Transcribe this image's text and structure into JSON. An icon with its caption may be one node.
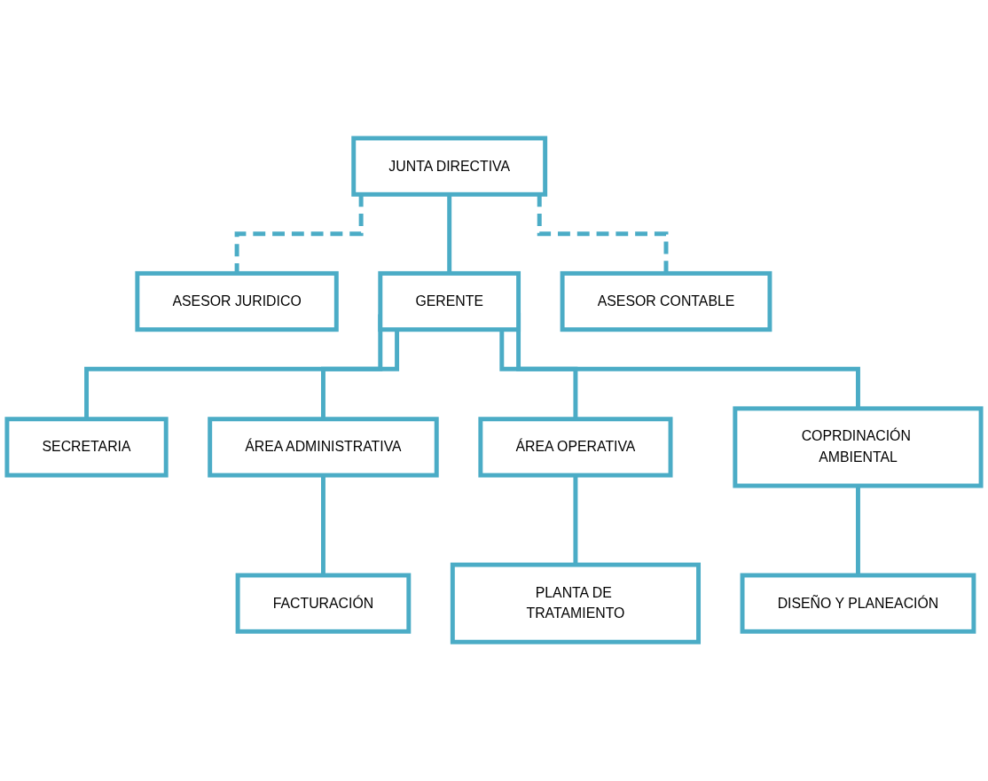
{
  "diagram": {
    "nodes": [
      {
        "text": [
          "JUNTA DIRECTIVA"
        ]
      },
      {
        "text": [
          "ASESOR JURIDICO"
        ]
      },
      {
        "text": [
          "ASESOR CONTABLE"
        ]
      },
      {
        "text": [
          "GERENTE"
        ]
      },
      {
        "text": [
          "SECRETARIA"
        ]
      },
      {
        "text": [
          "ÁREA ADMINISTRATIVA"
        ]
      },
      {
        "text": [
          "ÁREA OPERATIVA"
        ]
      },
      {
        "text": [
          "COPRDINACIÓN AMBIENTAL"
        ]
      },
      {
        "text": [
          "FACTURACIÓN"
        ]
      },
      {
        "text": [
          "PLANTA DE TRATAMIENTO"
        ]
      },
      {
        "text": [
          "DISEÑO Y PLANEACIÓN"
        ]
      }
    ],
    "edges": [
      {
        "from": 0,
        "to": 3,
        "arrow": "none"
      },
      {
        "from": 0,
        "to": 1,
        "arrow": "none",
        "style": "dashed"
      },
      {
        "from": 0,
        "to": 2,
        "arrow": "none",
        "style": "dashed"
      },
      {
        "from": 3,
        "to": 4,
        "arrow": "none"
      },
      {
        "from": 3,
        "to": 5,
        "arrow": "none"
      },
      {
        "from": 3,
        "to": 6,
        "arrow": "none"
      },
      {
        "from": 3,
        "to": 7,
        "arrow": "none"
      },
      {
        "from": 5,
        "to": 8,
        "arrow": "none"
      },
      {
        "from": 6,
        "to": 9,
        "arrow": "none"
      },
      {
        "from": 7,
        "to": 10,
        "arrow": "none"
      }
    ]
  }
}
